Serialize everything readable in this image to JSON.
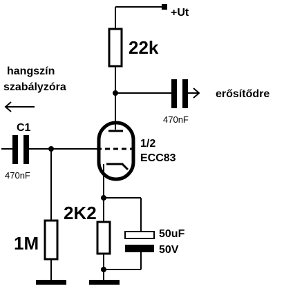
{
  "supply": {
    "label": "+Ut"
  },
  "anode_resistor": {
    "value": "22k"
  },
  "output": {
    "label": "erősítődre",
    "cap_value": "470nF"
  },
  "input": {
    "label_line1": "hangszín",
    "label_line2": "szabályzóra",
    "cap_name": "C1",
    "cap_value": "470nF"
  },
  "tube": {
    "fraction": "1/2",
    "type": "ECC83"
  },
  "cathode_resistor": {
    "value": "2K2"
  },
  "cathode_cap": {
    "value": "50uF",
    "voltage": "50V"
  },
  "grid_resistor": {
    "value": "1M"
  }
}
